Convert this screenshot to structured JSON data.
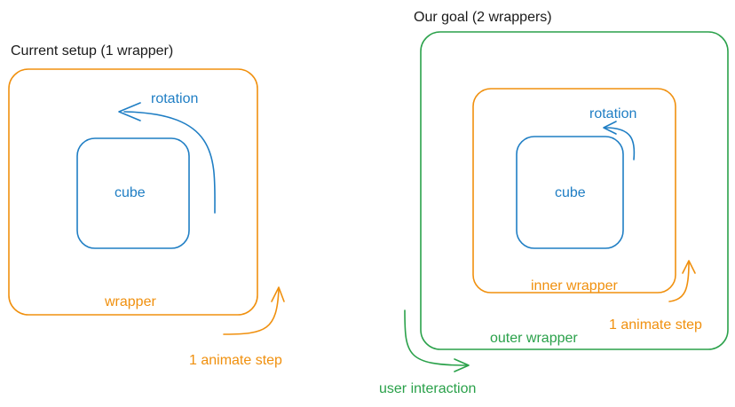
{
  "colors": {
    "cube": "#1f7ec4",
    "wrapper": "#f0900e",
    "outer_wrapper": "#2aa14a",
    "title": "#1a1a1a"
  },
  "left_diagram": {
    "title": "Current setup (1 wrapper)",
    "cube_label": "cube",
    "rotation_label": "rotation",
    "wrapper_label": "wrapper",
    "animate_label": "1 animate step"
  },
  "right_diagram": {
    "title": "Our goal (2 wrappers)",
    "cube_label": "cube",
    "rotation_label": "rotation",
    "inner_wrapper_label": "inner wrapper",
    "outer_wrapper_label": "outer wrapper",
    "animate_label": "1 animate step",
    "interaction_label": "user interaction"
  }
}
